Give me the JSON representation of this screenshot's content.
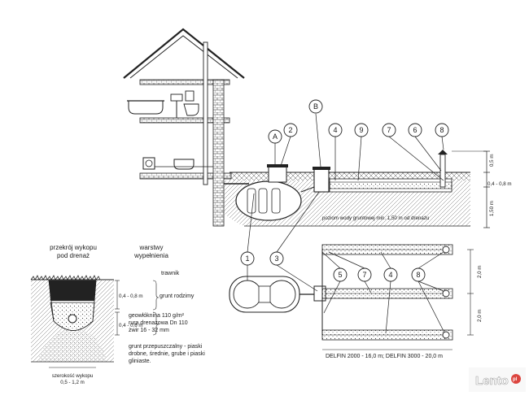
{
  "callouts": {
    "c1": "1",
    "c2": "2",
    "c3": "3",
    "c4": "4",
    "c5": "5",
    "c6": "6",
    "c7": "7",
    "c8": "8",
    "c9": "9",
    "cA": "A",
    "cB": "B"
  },
  "section": {
    "left_title_1": "przekrój wykopu",
    "left_title_2": "pod drenaż",
    "right_title_1": "warstwy",
    "right_title_2": "wypełnienia",
    "layer_trawnik": "trawnik",
    "layer_grunt": "grunt rodzimy",
    "layer_geo_1": "geowłóknina 110 g/m²",
    "layer_geo_2": "rura drenażowa Dn 110",
    "layer_geo_3": "żwir 16 - 32 mm",
    "layer_sand_1": "grunt przepuszczalny -  piaski",
    "layer_sand_2": "drobne, średnie, grube i piaski",
    "layer_sand_3": "gliniaste.",
    "dim_1": "0,4 - 0,8 m",
    "dim_2": "0,4 - 0,6 m",
    "width_1": "szerokość wykopu",
    "width_2": "0,5 - 1,2 m"
  },
  "profile": {
    "groundwater": "poziom wody gruntowej min. 1,50 m od drenażu",
    "dim_top": "0,5 m",
    "dim_mid": "0,4 - 0,8 m",
    "dim_low": "1,50 m"
  },
  "plan": {
    "dim_upper": "2,0 m",
    "dim_lower": "2,0 m",
    "caption": "DELFIN 2000 - 16,0 m; DELFIN 3000 - 20,0 m"
  },
  "watermark": {
    "brand": "Lento",
    "tld": "pl"
  }
}
